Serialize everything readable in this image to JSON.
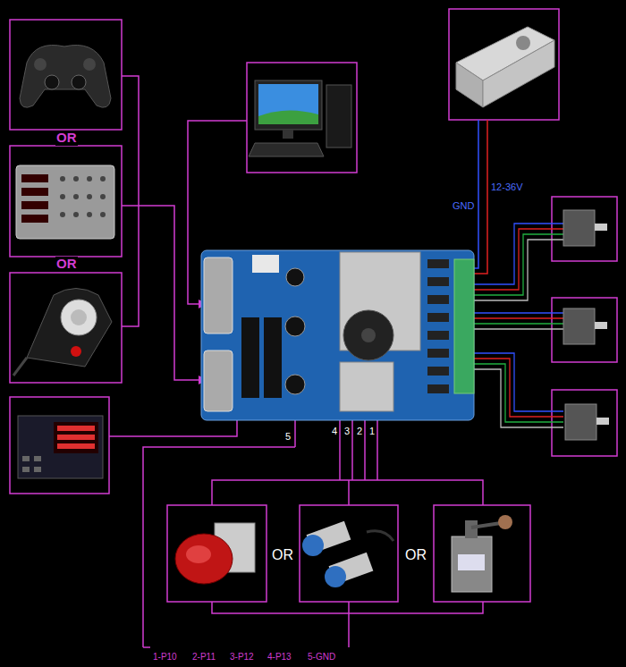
{
  "diagram": {
    "nodes": [
      {
        "text": [
          "5",
          "4",
          "3",
          "2",
          "1"
        ]
      }
    ],
    "labels": [
      "OR",
      "12-36V",
      "GND",
      "OR",
      "OR",
      "OR",
      "1-P10",
      "2-P11",
      "3-P12",
      "4-P13",
      "5-GND"
    ]
  }
}
